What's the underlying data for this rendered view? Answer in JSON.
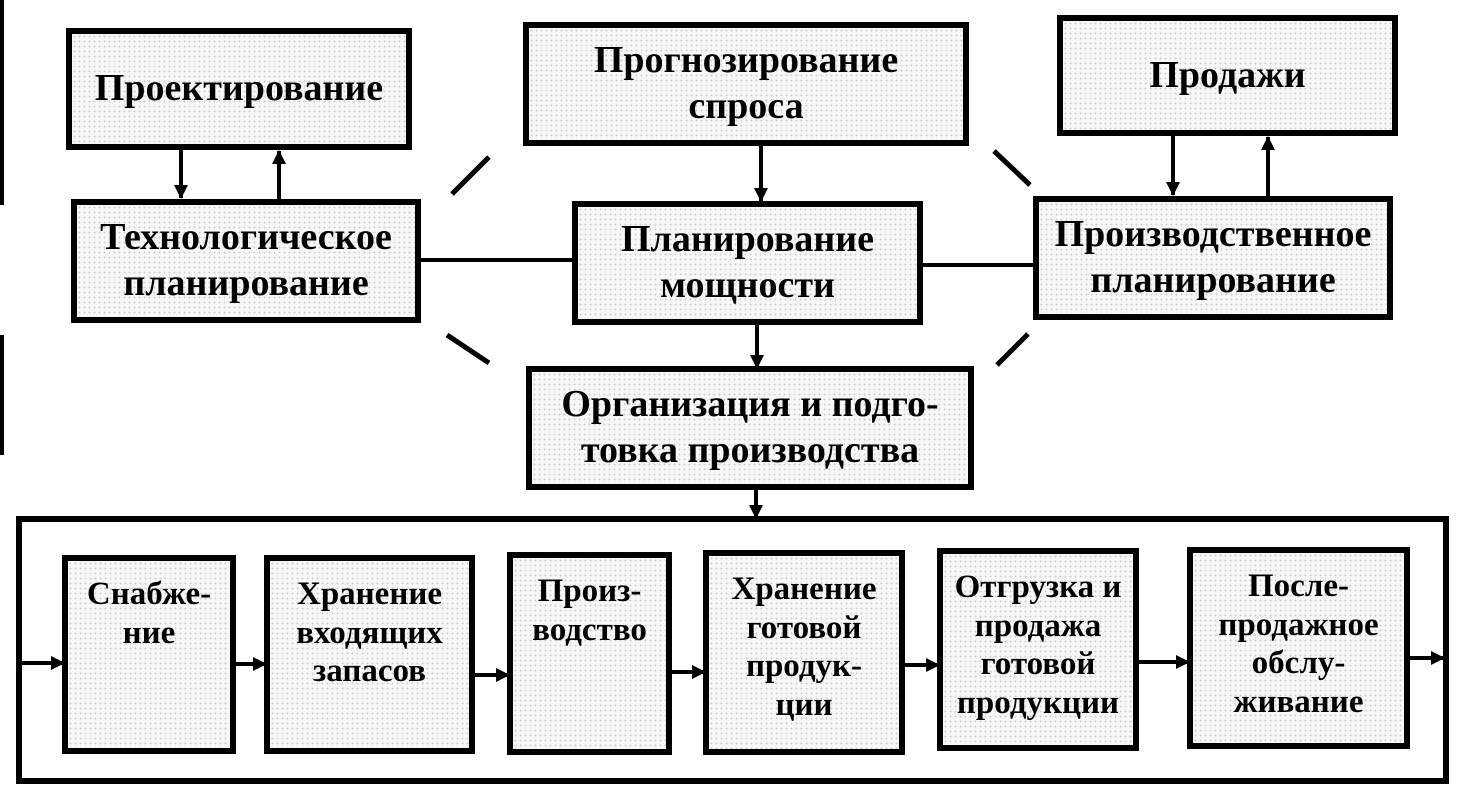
{
  "diagram": {
    "top_row": {
      "design": "Проектирование",
      "forecast": [
        "Прогнозирование",
        "спроса"
      ],
      "sales": "Продажи"
    },
    "middle_row": {
      "tech_planning": [
        "Технологическое",
        "планирование"
      ],
      "capacity_planning": [
        "Планирование",
        "мощности"
      ],
      "production_planning": [
        "Производственное",
        "планирование"
      ]
    },
    "organization": [
      "Организация и подго-",
      "товка производства"
    ],
    "chain": [
      {
        "id": "supply",
        "lines": [
          "Снабже-",
          "ние"
        ]
      },
      {
        "id": "inbound-storage",
        "lines": [
          "Хранение",
          "входящих",
          "запасов"
        ]
      },
      {
        "id": "production",
        "lines": [
          "Произ-",
          "водство"
        ]
      },
      {
        "id": "finished-storage",
        "lines": [
          "Хранение",
          "готовой",
          "продук-",
          "ции"
        ]
      },
      {
        "id": "shipping-sales",
        "lines": [
          "Отгрузка и",
          "продажа",
          "готовой",
          "продукции"
        ]
      },
      {
        "id": "after-sales",
        "lines": [
          "После-",
          "продажное",
          "обслу-",
          "живание"
        ]
      }
    ]
  }
}
